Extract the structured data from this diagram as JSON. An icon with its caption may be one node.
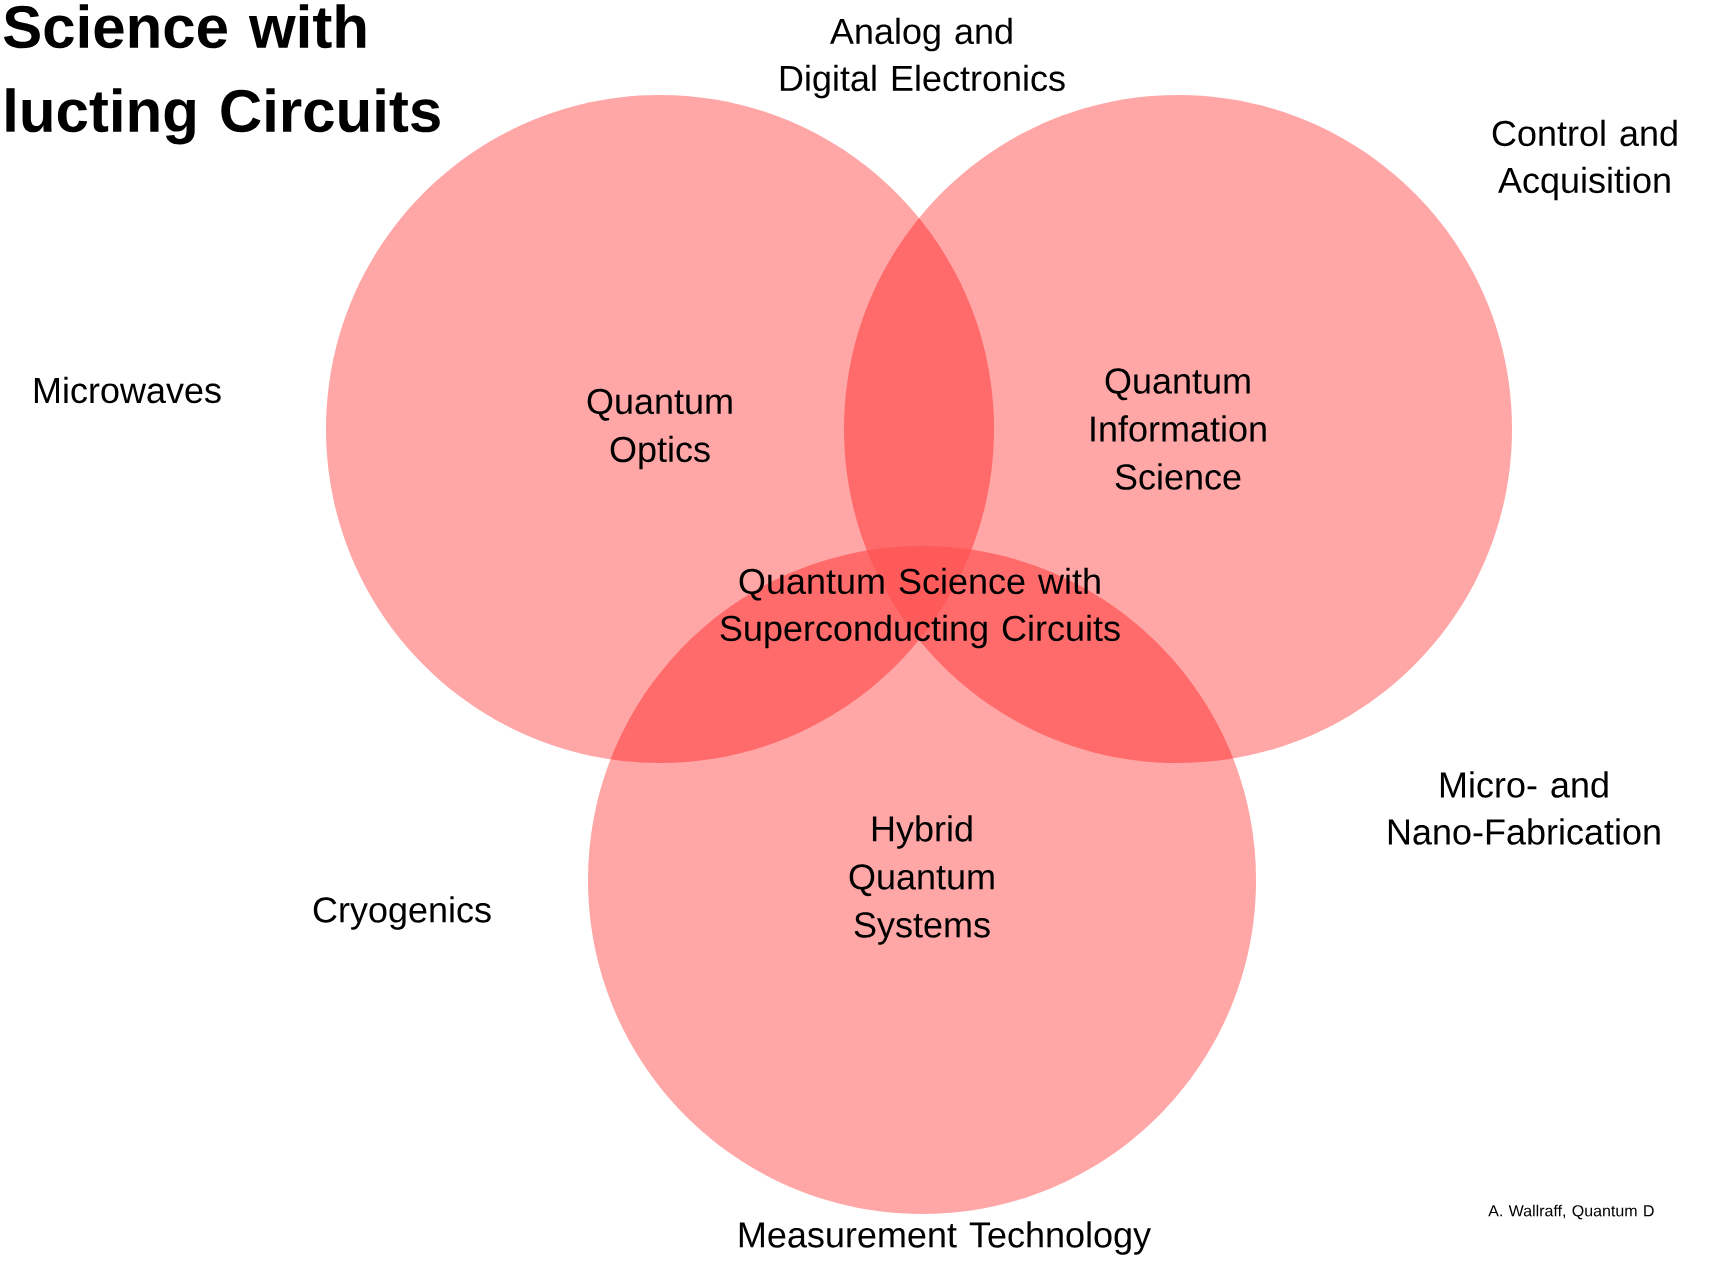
{
  "diagram": {
    "title": "Science with lucting Circuits",
    "nodes": [
      {
        "text": [
          "Quantum Optics"
        ]
      },
      {
        "text": [
          "Quantum Information Science"
        ]
      },
      {
        "text": [
          "Hybrid Quantum Systems"
        ]
      }
    ],
    "edges": [],
    "labels": [
      "Analog and Digital Electronics",
      "Control and Acquisition",
      "Microwaves",
      "Quantum Science with Superconducting Circuits",
      "Micro- and Nano-Fabrication",
      "Cryogenics",
      "Measurement Technology",
      "A. Wallraff, Quantum D"
    ]
  }
}
